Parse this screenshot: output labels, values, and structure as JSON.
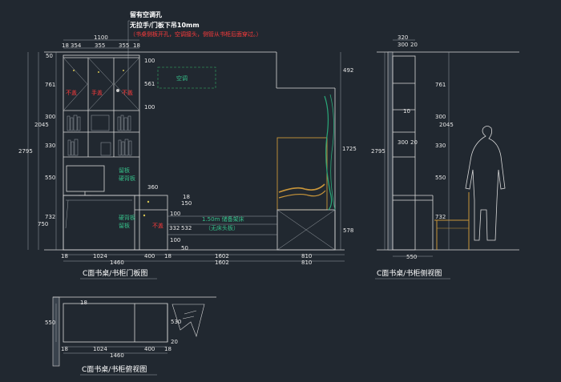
{
  "notes": {
    "line1": "留有空调孔",
    "line2": "无拉手/门板下吊10mm",
    "line3": "（书桌侧板开孔，空调接头，侧管从书柜后面穿过。）"
  },
  "titles": {
    "front": "C面书桌/书柜门板图",
    "side": "C面书桌/书柜侧视图",
    "top": "C面书桌/书柜俯视图"
  },
  "labels": {
    "aircon": "空调",
    "nocover1": "不盖",
    "handle": "手盖",
    "nocover2": "不盖",
    "nocover3": "不盖",
    "backboard1": "留板",
    "backboard1b": "硬背板",
    "backboard2": "硬背板",
    "backboard2b": "留板",
    "bedbox": "1.50m 储备架床",
    "bedbox2": "（无床头板）"
  },
  "dims_front": {
    "w1100": "1100",
    "d18a": "18",
    "d354": "354",
    "d355": "355",
    "d355b": "355",
    "d18b": "18",
    "h50": "50",
    "h761": "761",
    "h300": "300",
    "h2045": "2045",
    "h330": "330",
    "h2795": "2795",
    "h550": "550",
    "h732": "732",
    "h750": "750",
    "r100a": "100",
    "r561": "561",
    "r100b": "100",
    "r360": "360",
    "r18": "18",
    "r150": "150",
    "r100c": "100",
    "r332": "332",
    "r532": "532",
    "r100d": "100",
    "r50": "50",
    "b18a": "18",
    "b1024": "1024",
    "b400": "400",
    "b18b": "18",
    "b1460": "1460",
    "b1602": "1602",
    "b1602b": "1602",
    "b810": "810",
    "b810b": "810",
    "m492": "492",
    "m1725": "1725",
    "m578": "578"
  },
  "dims_side": {
    "t320": "320",
    "t300": "300",
    "t20": "20",
    "s761": "761",
    "s10": "10",
    "s300": "300",
    "s20": "20",
    "s2045": "2045",
    "s330": "330",
    "s2795": "2795",
    "s550": "550",
    "s732": "732",
    "b550": "550"
  },
  "dims_top": {
    "t18": "18",
    "h550": "550",
    "b18a": "18",
    "b1024": "1024",
    "b400": "400",
    "b18b": "18",
    "b1460": "1460",
    "r530": "530",
    "r20": "20"
  }
}
